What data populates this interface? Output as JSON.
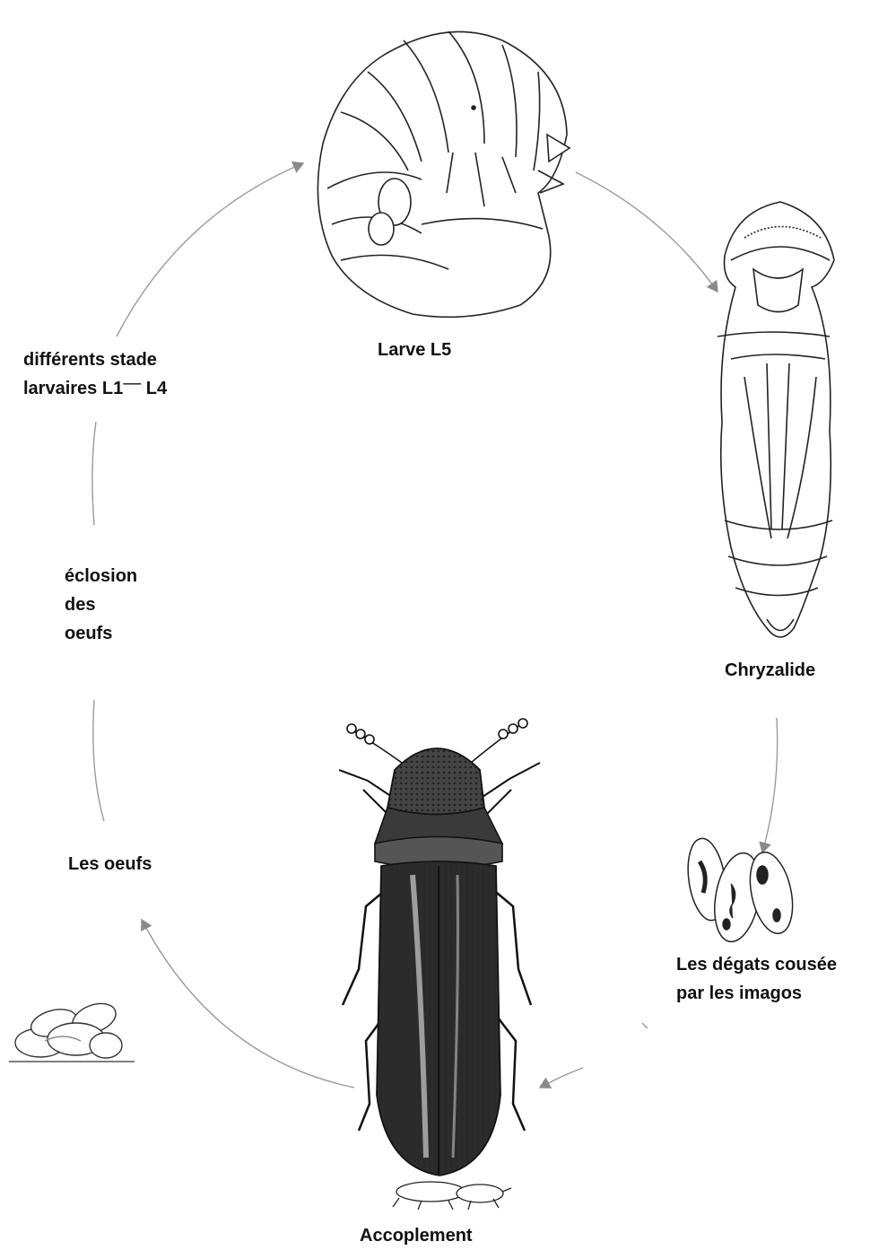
{
  "labels": {
    "larva_l5": "Larve L5",
    "larval_stages_line1": "différents stade",
    "larval_stages_line2": "larvaires L1",
    "larval_stages_dash": "—",
    "larval_stages_l4": "L4",
    "hatching_line1": "éclosion",
    "hatching_line2": "des",
    "hatching_line3": "oeufs",
    "chrysalis": "Chryzalide",
    "eggs": "Les oeufs",
    "damage_line1": "Les dégats cousée",
    "damage_line2": "par les imagos",
    "mating": "Accoplement"
  },
  "icons": [
    "larva-drawing",
    "pupa-drawing",
    "damaged-grain-drawing",
    "beetle-drawing",
    "mating-beetles-drawing",
    "eggs-drawing"
  ],
  "colors": {
    "ink": "#111111",
    "arrow": "#9a9a9a",
    "shade": "#555555"
  }
}
